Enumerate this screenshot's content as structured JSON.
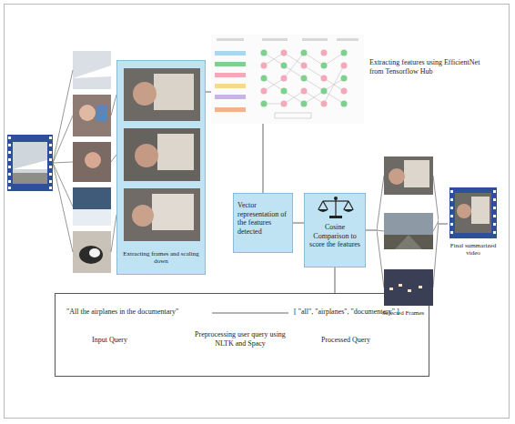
{
  "diagram": {
    "nodes": [
      {
        "text": [
          "Extracting frames and scaling down"
        ]
      },
      {
        "text": [
          "Extracting features using EfficientNet from Tensorflow Hub"
        ]
      },
      {
        "text": [
          "Vector representation of the features detected"
        ]
      },
      {
        "text": [
          "Cosine Comparison to score the features"
        ]
      },
      {
        "text": [
          "\"All the airplanes in the documentary\"",
          "Input Query",
          "Preprocessing user query using NLTK and Spacy",
          "[ \"all\", \"airplanes\", \"documentary\" ]",
          "Processed Query"
        ]
      },
      {
        "text": [
          "Selected Frames"
        ]
      },
      {
        "text": [
          "Final summarized video"
        ]
      }
    ],
    "edges": [
      {
        "from": 0,
        "to": 1,
        "arrow": "none"
      },
      {
        "from": 1,
        "to": 2,
        "arrow": "none"
      },
      {
        "from": 2,
        "to": 3,
        "arrow": "none"
      },
      {
        "from": 3,
        "to": 4,
        "arrow": "none"
      },
      {
        "from": 3,
        "to": 5,
        "arrow": "none"
      },
      {
        "from": 5,
        "to": 6,
        "arrow": "none"
      }
    ]
  }
}
